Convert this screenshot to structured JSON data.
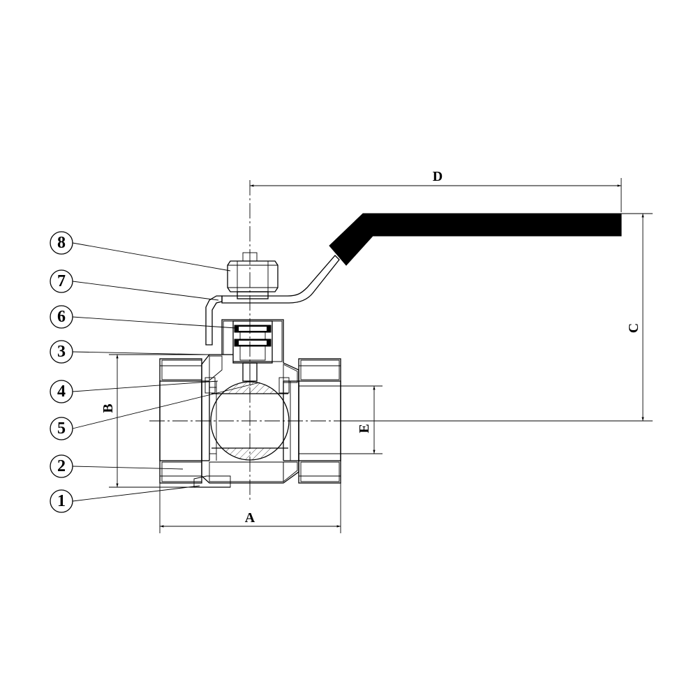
{
  "dimensions": {
    "A": "A",
    "B": "B",
    "C": "C",
    "D": "D",
    "E": "E"
  },
  "part_callouts": [
    "8",
    "7",
    "6",
    "3",
    "4",
    "5",
    "2",
    "1"
  ],
  "colors": {
    "line": "#000000",
    "background": "#ffffff",
    "handle_grip": "#000000"
  }
}
